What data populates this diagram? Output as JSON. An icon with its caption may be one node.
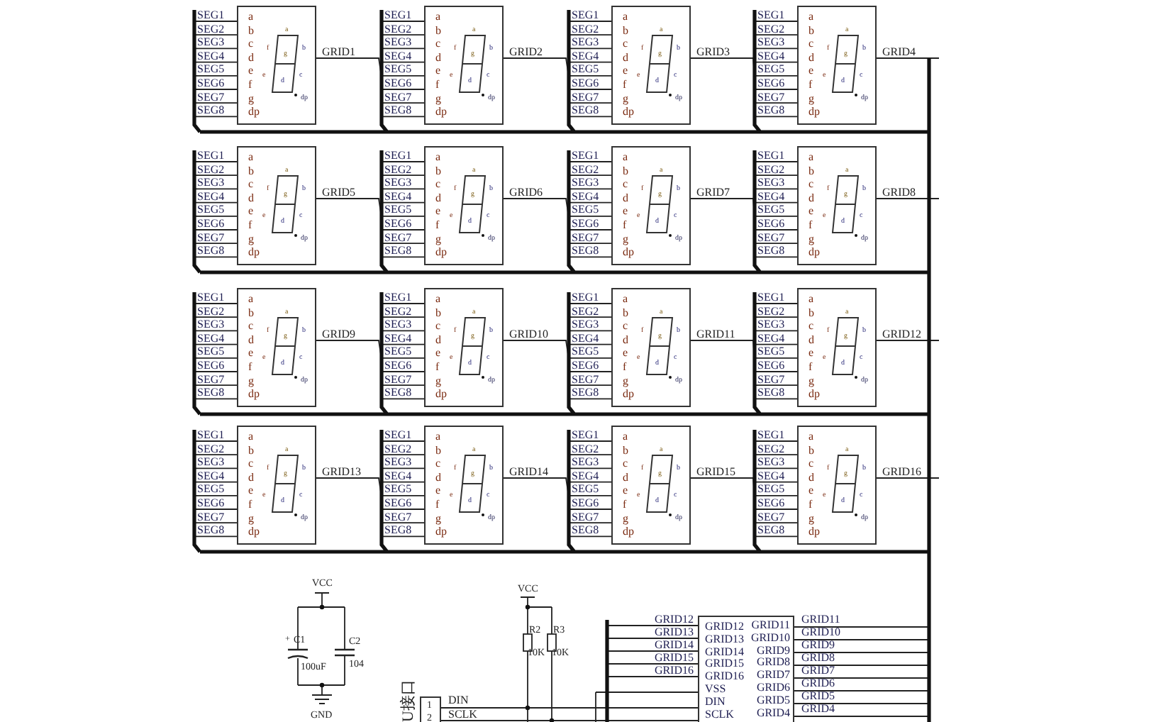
{
  "diagram": {
    "nodes": [
      {
        "text": [
          "a",
          "b",
          "c",
          "d",
          "e",
          "f",
          "g",
          "dp",
          "a",
          "f",
          "b",
          "g",
          "e",
          "c",
          "d",
          "dp"
        ]
      },
      {
        "text": [
          "a",
          "b",
          "c",
          "d",
          "e",
          "f",
          "g",
          "dp",
          "a",
          "f",
          "b",
          "g",
          "e",
          "c",
          "d",
          "dp"
        ]
      },
      {
        "text": [
          "a",
          "b",
          "c",
          "d",
          "e",
          "f",
          "g",
          "dp",
          "a",
          "f",
          "b",
          "g",
          "e",
          "c",
          "d",
          "dp"
        ]
      },
      {
        "text": [
          "a",
          "b",
          "c",
          "d",
          "e",
          "f",
          "g",
          "dp",
          "a",
          "f",
          "b",
          "g",
          "e",
          "c",
          "d",
          "dp"
        ]
      },
      {
        "text": [
          "a",
          "b",
          "c",
          "d",
          "e",
          "f",
          "g",
          "dp",
          "a",
          "f",
          "b",
          "g",
          "e",
          "c",
          "d",
          "dp"
        ]
      },
      {
        "text": [
          "a",
          "b",
          "c",
          "d",
          "e",
          "f",
          "g",
          "dp",
          "a",
          "f",
          "b",
          "g",
          "e",
          "c",
          "d",
          "dp"
        ]
      },
      {
        "text": [
          "a",
          "b",
          "c",
          "d",
          "e",
          "f",
          "g",
          "dp",
          "a",
          "f",
          "b",
          "g",
          "e",
          "c",
          "d",
          "dp"
        ]
      },
      {
        "text": [
          "a",
          "b",
          "c",
          "d",
          "e",
          "f",
          "g",
          "dp",
          "a",
          "f",
          "b",
          "g",
          "e",
          "c",
          "d",
          "dp"
        ]
      },
      {
        "text": [
          "a",
          "b",
          "c",
          "d",
          "e",
          "f",
          "g",
          "dp",
          "a",
          "f",
          "b",
          "g",
          "e",
          "c",
          "d",
          "dp"
        ]
      },
      {
        "text": [
          "a",
          "b",
          "c",
          "d",
          "e",
          "f",
          "g",
          "dp",
          "a",
          "f",
          "b",
          "g",
          "e",
          "c",
          "d",
          "dp"
        ]
      },
      {
        "text": [
          "a",
          "b",
          "c",
          "d",
          "e",
          "f",
          "g",
          "dp",
          "a",
          "f",
          "b",
          "g",
          "e",
          "c",
          "d",
          "dp"
        ]
      },
      {
        "text": [
          "a",
          "b",
          "c",
          "d",
          "e",
          "f",
          "g",
          "dp",
          "a",
          "f",
          "b",
          "g",
          "e",
          "c",
          "d",
          "dp"
        ]
      },
      {
        "text": [
          "a",
          "b",
          "c",
          "d",
          "e",
          "f",
          "g",
          "dp",
          "a",
          "f",
          "b",
          "g",
          "e",
          "c",
          "d",
          "dp"
        ]
      },
      {
        "text": [
          "a",
          "b",
          "c",
          "d",
          "e",
          "f",
          "g",
          "dp",
          "a",
          "f",
          "b",
          "g",
          "e",
          "c",
          "d",
          "dp"
        ]
      },
      {
        "text": [
          "a",
          "b",
          "c",
          "d",
          "e",
          "f",
          "g",
          "dp",
          "a",
          "f",
          "b",
          "g",
          "e",
          "c",
          "d",
          "dp"
        ]
      },
      {
        "text": [
          "a",
          "b",
          "c",
          "d",
          "e",
          "f",
          "g",
          "dp",
          "a",
          "f",
          "b",
          "g",
          "e",
          "c",
          "d",
          "dp"
        ]
      },
      {
        "text": [
          "1",
          "2"
        ]
      },
      {
        "text": [
          "GRID12",
          "GRID13",
          "GRID14",
          "GRID15",
          "GRID16",
          "VSS",
          "DIN",
          "SCLK",
          "GRID11",
          "GRID10",
          "GRID9",
          "GRID8",
          "GRID7",
          "GRID6",
          "GRID5",
          "GRID4"
        ]
      }
    ],
    "labels": [
      "SEG1",
      "SEG2",
      "SEG3",
      "SEG4",
      "SEG5",
      "SEG6",
      "SEG7",
      "SEG8",
      "GRID1",
      "SEG1",
      "SEG2",
      "SEG3",
      "SEG4",
      "SEG5",
      "SEG6",
      "SEG7",
      "SEG8",
      "GRID2",
      "SEG1",
      "SEG2",
      "SEG3",
      "SEG4",
      "SEG5",
      "SEG6",
      "SEG7",
      "SEG8",
      "GRID3",
      "SEG1",
      "SEG2",
      "SEG3",
      "SEG4",
      "SEG5",
      "SEG6",
      "SEG7",
      "SEG8",
      "GRID4",
      "SEG1",
      "SEG2",
      "SEG3",
      "SEG4",
      "SEG5",
      "SEG6",
      "SEG7",
      "SEG8",
      "GRID5",
      "SEG1",
      "SEG2",
      "SEG3",
      "SEG4",
      "SEG5",
      "SEG6",
      "SEG7",
      "SEG8",
      "GRID6",
      "SEG1",
      "SEG2",
      "SEG3",
      "SEG4",
      "SEG5",
      "SEG6",
      "SEG7",
      "SEG8",
      "GRID7",
      "SEG1",
      "SEG2",
      "SEG3",
      "SEG4",
      "SEG5",
      "SEG6",
      "SEG7",
      "SEG8",
      "GRID8",
      "SEG1",
      "SEG2",
      "SEG3",
      "SEG4",
      "SEG5",
      "SEG6",
      "SEG7",
      "SEG8",
      "GRID9",
      "SEG1",
      "SEG2",
      "SEG3",
      "SEG4",
      "SEG5",
      "SEG6",
      "SEG7",
      "SEG8",
      "GRID10",
      "SEG1",
      "SEG2",
      "SEG3",
      "SEG4",
      "SEG5",
      "SEG6",
      "SEG7",
      "SEG8",
      "GRID11",
      "SEG1",
      "SEG2",
      "SEG3",
      "SEG4",
      "SEG5",
      "SEG6",
      "SEG7",
      "SEG8",
      "GRID12",
      "SEG1",
      "SEG2",
      "SEG3",
      "SEG4",
      "SEG5",
      "SEG6",
      "SEG7",
      "SEG8",
      "GRID13",
      "SEG1",
      "SEG2",
      "SEG3",
      "SEG4",
      "SEG5",
      "SEG6",
      "SEG7",
      "SEG8",
      "GRID14",
      "SEG1",
      "SEG2",
      "SEG3",
      "SEG4",
      "SEG5",
      "SEG6",
      "SEG7",
      "SEG8",
      "GRID15",
      "SEG1",
      "SEG2",
      "SEG3",
      "SEG4",
      "SEG5",
      "SEG6",
      "SEG7",
      "SEG8",
      "GRID16",
      "VCC",
      "+",
      "C1",
      "100uF",
      "C2",
      "104",
      "GND",
      "VCC",
      "R2",
      "R3",
      "10K",
      "10K",
      "U接口",
      "DIN",
      "SCLK",
      "GRID12",
      "GRID13",
      "GRID14",
      "GRID15",
      "GRID16",
      "GRID11",
      "GRID10",
      "GRID9",
      "GRID8",
      "GRID7",
      "GRID6",
      "GRID5",
      "GRID4"
    ]
  }
}
